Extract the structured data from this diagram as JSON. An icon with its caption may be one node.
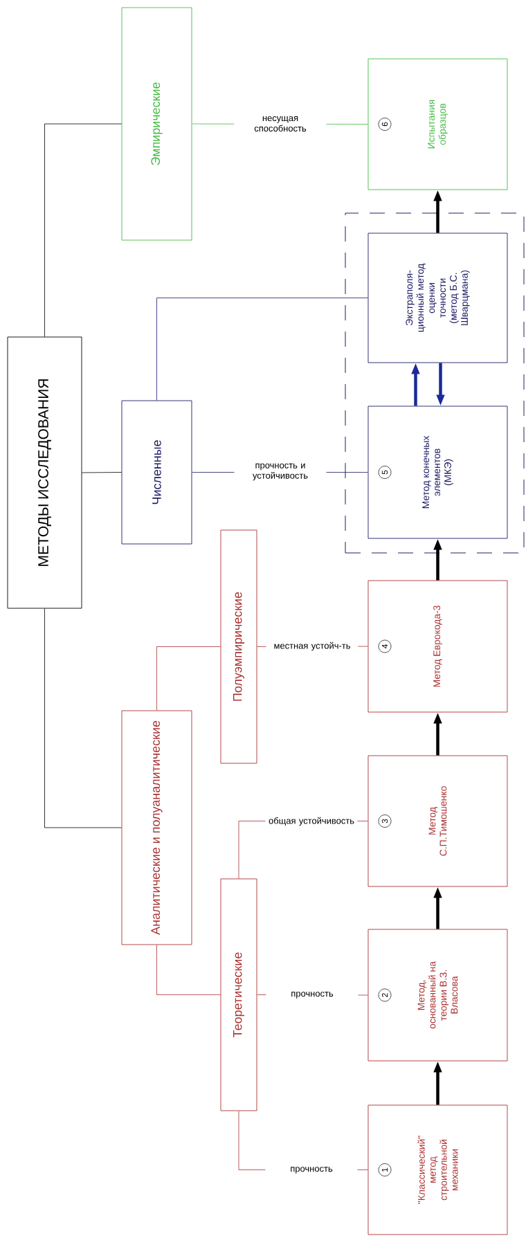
{
  "diagram": {
    "nodes": [
      {
        "text": [
          "МЕТОДЫ ИССЛЕДОВАНИЯ"
        ]
      },
      {
        "text": [
          "Аналитические и полуаналитические"
        ]
      },
      {
        "text": [
          "Теоретические"
        ]
      },
      {
        "text": [
          "Полуэмпирические"
        ]
      },
      {
        "text": [
          "Численные"
        ]
      },
      {
        "text": [
          "Эмпирические"
        ]
      },
      {
        "text": [
          "1",
          "\"Классический\" метод строительной механики"
        ]
      },
      {
        "text": [
          "2",
          "Метод, основанный на теории В.З. Власова"
        ]
      },
      {
        "text": [
          "3",
          "Метод С.П.Тимошенко"
        ]
      },
      {
        "text": [
          "4",
          "Метод Еврокода-3"
        ]
      },
      {
        "text": [],
        "shape": "box"
      },
      {
        "text": [
          "5",
          "Метод конечных элементов (МКЭ)"
        ],
        "in": 10
      },
      {
        "text": [
          "Экстраполя- ционный метод оценки точности (метод Б.С. Шварцмана)"
        ],
        "in": 10
      },
      {
        "text": [
          "6",
          "Испытания образцов"
        ]
      }
    ],
    "edges": [
      {
        "from": 0,
        "to": 1,
        "arrow": "none"
      },
      {
        "from": 0,
        "to": 4,
        "arrow": "none"
      },
      {
        "from": 0,
        "to": 5,
        "arrow": "none"
      },
      {
        "from": 1,
        "to": 2,
        "arrow": "none",
        "color": "#aa3333"
      },
      {
        "from": 1,
        "to": 3,
        "arrow": "none",
        "color": "#aa3333"
      },
      {
        "from": 2,
        "to": 6,
        "arrow": "none",
        "color": "#aa3333",
        "label": "прочность"
      },
      {
        "from": 2,
        "to": 7,
        "arrow": "none",
        "color": "#aa3333",
        "label": "прочность"
      },
      {
        "from": 2,
        "to": 8,
        "arrow": "none",
        "color": "#aa3333",
        "label": "общая устойчивость"
      },
      {
        "from": 3,
        "to": 9,
        "arrow": "none",
        "color": "#aa3333",
        "label": "местная устойч-ть"
      },
      {
        "from": 4,
        "to": 11,
        "arrow": "none",
        "color": "#1c1c66",
        "label": "прочность и устойчивость"
      },
      {
        "from": 4,
        "to": 12,
        "arrow": "none",
        "color": "#1c1c66"
      },
      {
        "from": 5,
        "to": 13,
        "arrow": "none",
        "color": "#44bb44",
        "label": "несущая способность"
      },
      {
        "from": 6,
        "to": 7,
        "arrow": "to",
        "style": "thick"
      },
      {
        "from": 7,
        "to": 8,
        "arrow": "to",
        "style": "thick"
      },
      {
        "from": 8,
        "to": 9,
        "arrow": "to",
        "style": "thick"
      },
      {
        "from": 9,
        "to": 11,
        "arrow": "to",
        "style": "thick"
      },
      {
        "from": 11,
        "to": 12,
        "arrow": "to",
        "style": "thick",
        "color": "#1a2a9a"
      },
      {
        "from": 12,
        "to": 11,
        "arrow": "to",
        "style": "thick",
        "color": "#1a2a9a"
      },
      {
        "from": 12,
        "to": 13,
        "arrow": "to",
        "style": "thick"
      }
    ]
  }
}
